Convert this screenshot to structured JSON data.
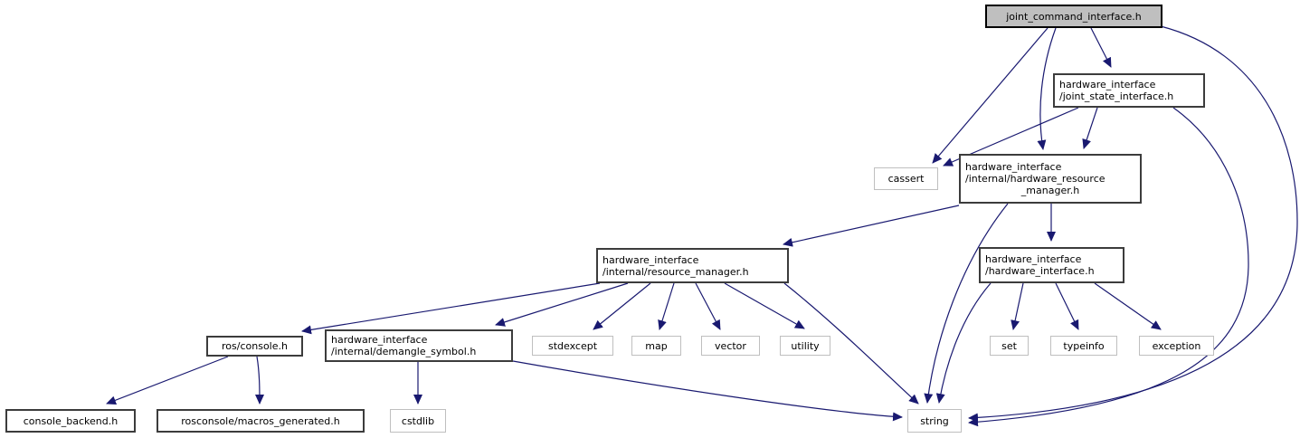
{
  "diagram": {
    "kind": "include-dependency-graph",
    "root_file": "joint_command_interface.h"
  },
  "colors": {
    "edge": "#191970",
    "root_fill": "#bfbfbf",
    "documented_border": "#3c3c3c",
    "system_border": "#bfbfbf",
    "background": "#ffffff"
  },
  "nodes": {
    "root": {
      "label": "joint_command_interface.h"
    },
    "joint_state": {
      "lines": [
        "hardware_interface",
        "/joint_state_interface.h"
      ]
    },
    "cassert": {
      "label": "cassert"
    },
    "hrm": {
      "lines": [
        "hardware_interface",
        "/internal/hardware_resource",
        "_manager.h"
      ]
    },
    "hw": {
      "lines": [
        "hardware_interface",
        "/hardware_interface.h"
      ]
    },
    "rm": {
      "lines": [
        "hardware_interface",
        "/internal/resource_manager.h"
      ]
    },
    "ros_console": {
      "label": "ros/console.h"
    },
    "demangle": {
      "lines": [
        "hardware_interface",
        "/internal/demangle_symbol.h"
      ]
    },
    "stdexcept": {
      "label": "stdexcept"
    },
    "map": {
      "label": "map"
    },
    "vector": {
      "label": "vector"
    },
    "utility": {
      "label": "utility"
    },
    "set": {
      "label": "set"
    },
    "typeinfo": {
      "label": "typeinfo"
    },
    "exception": {
      "label": "exception"
    },
    "console_backend": {
      "label": "console_backend.h"
    },
    "macros_generated": {
      "label": "rosconsole/macros_generated.h"
    },
    "cstdlib": {
      "label": "cstdlib"
    },
    "string": {
      "label": "string"
    }
  },
  "edges": [
    {
      "from": "joint_command_interface.h",
      "to": "cassert"
    },
    {
      "from": "joint_command_interface.h",
      "to": "hardware_interface/joint_state_interface.h"
    },
    {
      "from": "joint_command_interface.h",
      "to": "hardware_interface/internal/hardware_resource_manager.h"
    },
    {
      "from": "joint_command_interface.h",
      "to": "string"
    },
    {
      "from": "hardware_interface/joint_state_interface.h",
      "to": "cassert"
    },
    {
      "from": "hardware_interface/joint_state_interface.h",
      "to": "hardware_interface/internal/hardware_resource_manager.h"
    },
    {
      "from": "hardware_interface/joint_state_interface.h",
      "to": "string"
    },
    {
      "from": "hardware_interface/internal/hardware_resource_manager.h",
      "to": "hardware_interface/internal/resource_manager.h"
    },
    {
      "from": "hardware_interface/internal/hardware_resource_manager.h",
      "to": "hardware_interface/hardware_interface.h"
    },
    {
      "from": "hardware_interface/internal/hardware_resource_manager.h",
      "to": "string"
    },
    {
      "from": "hardware_interface/hardware_interface.h",
      "to": "set"
    },
    {
      "from": "hardware_interface/hardware_interface.h",
      "to": "typeinfo"
    },
    {
      "from": "hardware_interface/hardware_interface.h",
      "to": "exception"
    },
    {
      "from": "hardware_interface/hardware_interface.h",
      "to": "string"
    },
    {
      "from": "hardware_interface/internal/resource_manager.h",
      "to": "ros/console.h"
    },
    {
      "from": "hardware_interface/internal/resource_manager.h",
      "to": "hardware_interface/internal/demangle_symbol.h"
    },
    {
      "from": "hardware_interface/internal/resource_manager.h",
      "to": "stdexcept"
    },
    {
      "from": "hardware_interface/internal/resource_manager.h",
      "to": "map"
    },
    {
      "from": "hardware_interface/internal/resource_manager.h",
      "to": "vector"
    },
    {
      "from": "hardware_interface/internal/resource_manager.h",
      "to": "utility"
    },
    {
      "from": "hardware_interface/internal/resource_manager.h",
      "to": "string"
    },
    {
      "from": "ros/console.h",
      "to": "console_backend.h"
    },
    {
      "from": "ros/console.h",
      "to": "rosconsole/macros_generated.h"
    },
    {
      "from": "hardware_interface/internal/demangle_symbol.h",
      "to": "cstdlib"
    },
    {
      "from": "hardware_interface/internal/demangle_symbol.h",
      "to": "string"
    }
  ]
}
